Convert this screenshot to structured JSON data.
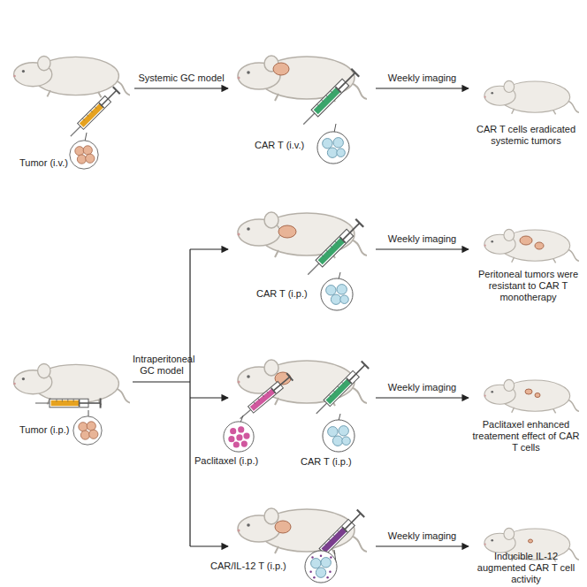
{
  "diagram": {
    "labels": [
      "Systemic GC model",
      "Tumor (i.v.)",
      "CAR T (i.v.)",
      "Weekly imaging",
      "CAR T cells eradicated systemic tumors",
      "CAR T (i.p.)",
      "Weekly imaging",
      "Peritoneal tumors were resistant to CAR T monotherapy",
      "Intraperitoneal GC model",
      "Tumor (i.p.)",
      "Paclitaxel (i.p.)",
      "CAR T (i.p.)",
      "Weekly imaging",
      "Paclitaxel enhanced treatement effect of CAR T cells",
      "CAR/IL-12 T (i.p.)",
      "Weekly imaging",
      "Inducible IL-12 augmented CAR T cell activity"
    ]
  }
}
